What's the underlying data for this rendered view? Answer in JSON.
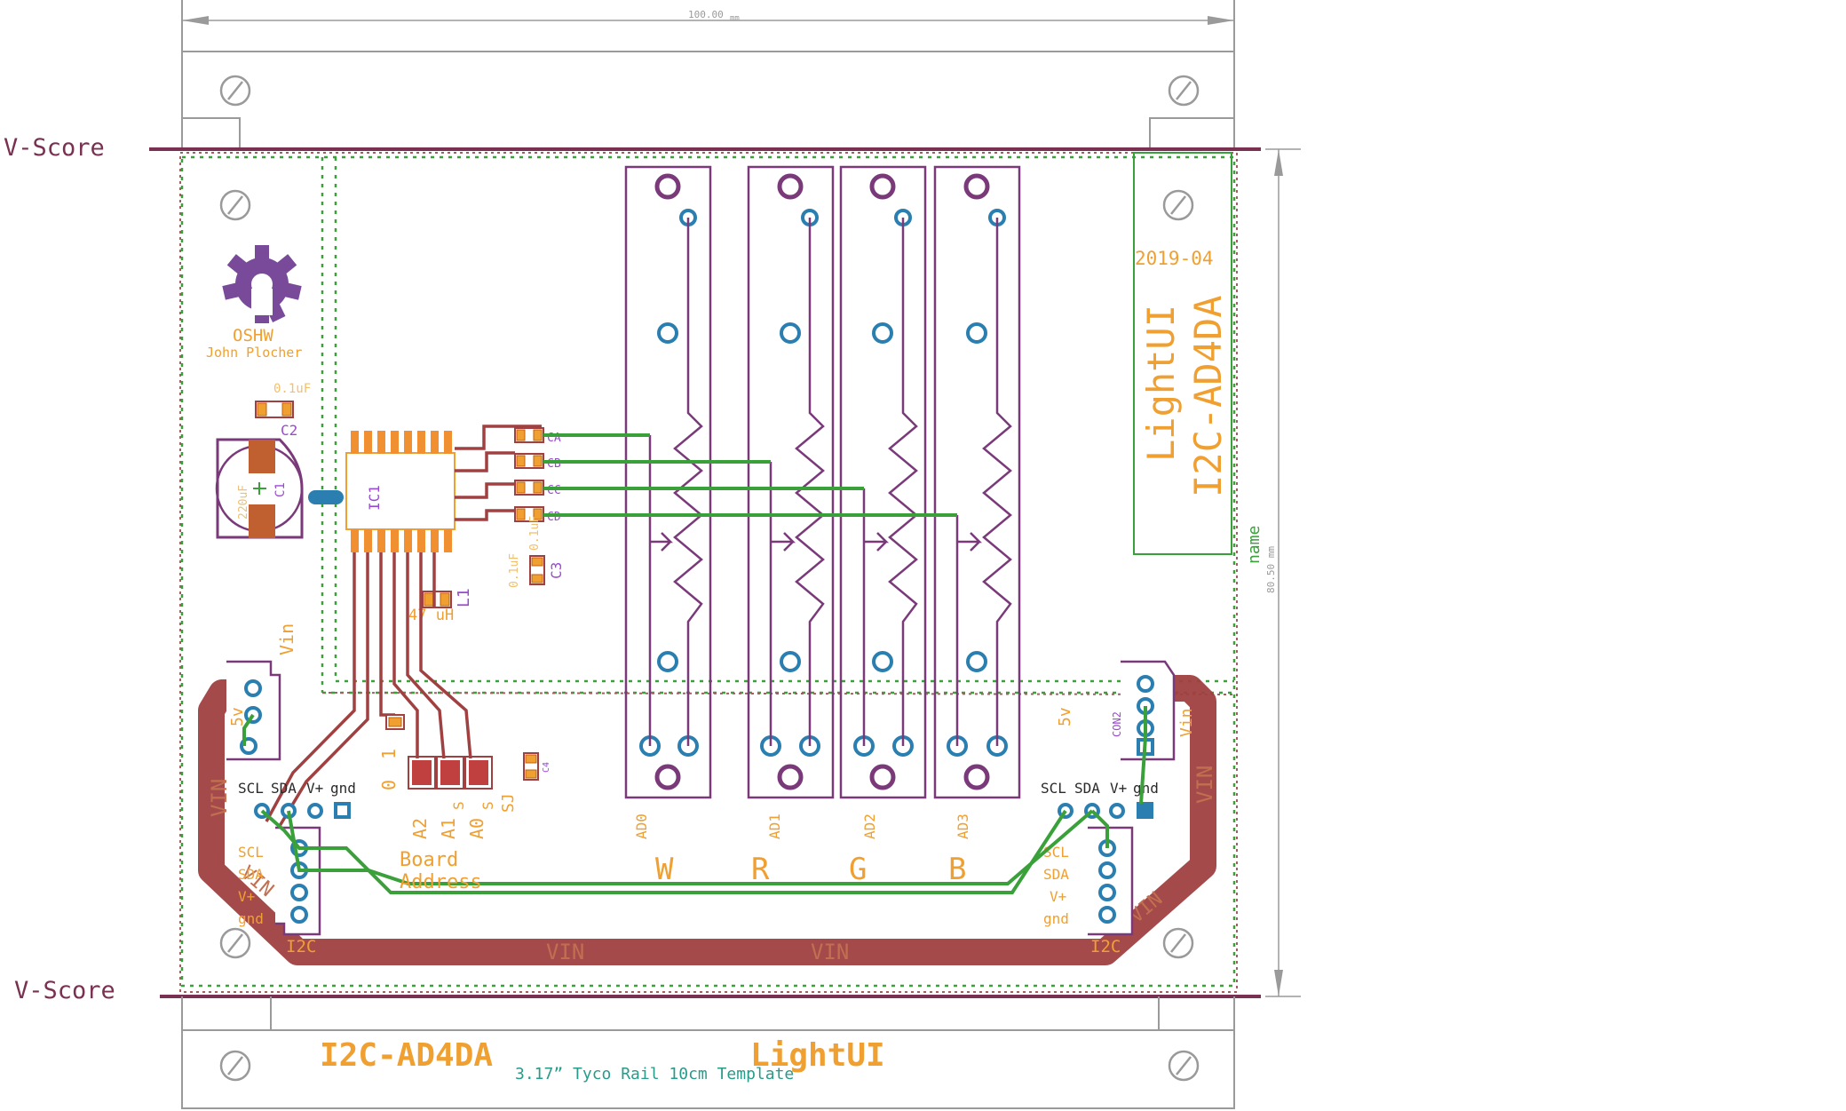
{
  "dimensions": {
    "width_label": "100.00",
    "width_unit": "mm",
    "height_label": "80.50 mm"
  },
  "vscore": {
    "top": "V-Score",
    "bottom": "V-Score"
  },
  "logo": {
    "oshw": "OSHW",
    "author": "John Plocher"
  },
  "title_block": {
    "date": "2019-04",
    "name1": "LightUI",
    "name2": "I2C-AD4DA",
    "name_label": "name"
  },
  "components": {
    "c2_value": "0.1uF",
    "c2_name": "C2",
    "c1_value": "220uF",
    "c1_name": "C1",
    "ic_name": "IC1",
    "c3_value": "0.1uF",
    "c3_name": "C3",
    "c3_value2": "0.1uF",
    "l1_name": "L1",
    "l1_value": "47 uH",
    "c4_name": "C4",
    "resistors": [
      "CA",
      "CB",
      "CC",
      "CD"
    ]
  },
  "connectors": {
    "left_vin": "Vin",
    "left_5v": "5v",
    "right_5v": "5v",
    "right_vin": "Vin",
    "right_name": "CON2",
    "header_left": [
      "SCL",
      "SDA",
      "V+",
      "gnd"
    ],
    "header_right": [
      "SCL",
      "SDA",
      "V+",
      "gnd"
    ],
    "i2c_left": [
      "SCL",
      "SDA",
      "V+",
      "gnd"
    ],
    "i2c_right": [
      "SCL",
      "SDA",
      "V+",
      "gnd"
    ],
    "i2c_label": "I2C"
  },
  "address": {
    "jumpers": [
      "A2",
      "A1",
      "A0"
    ],
    "line1": "Board",
    "line2": "Address",
    "zero": "0",
    "one": "1",
    "s": "S",
    "sj": "SJ"
  },
  "sliders": [
    {
      "id": "AD0",
      "label": "W"
    },
    {
      "id": "AD1",
      "label": "R"
    },
    {
      "id": "AD2",
      "label": "G"
    },
    {
      "id": "AD3",
      "label": "B"
    }
  ],
  "vin_labels": [
    "VIN",
    "VIN",
    "VIN",
    "VIN",
    "VIN",
    "VIN"
  ],
  "footer": {
    "name1": "I2C-AD4DA",
    "name2": "LightUI",
    "template": "3.17” Tyco Rail 10cm Template"
  },
  "colors": {
    "outline": "#7a3a7a",
    "silk": "#f0a030",
    "trace_top": "#3aa03a",
    "trace_bottom": "#a04040",
    "via": "#2a7fb0"
  }
}
